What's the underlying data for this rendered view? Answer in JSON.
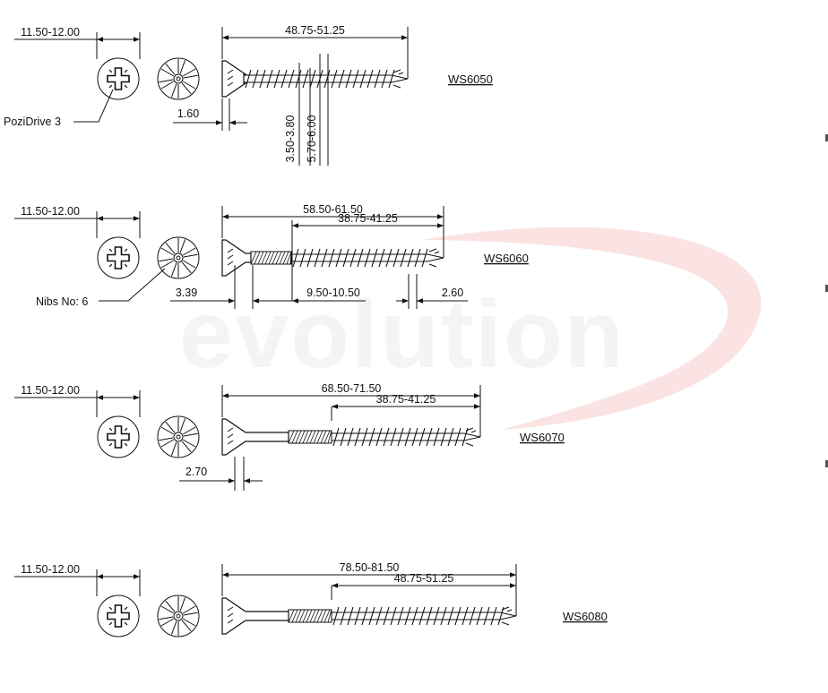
{
  "watermark": "evolution",
  "colors": {
    "ink": "#111111",
    "watermark_swoosh": "#fbe3e3",
    "watermark_text": "#f4f4f4"
  },
  "callouts": {
    "drive": "PoziDrive 3",
    "nibs": "Nibs No: 6"
  },
  "screws": [
    {
      "code": "WS6050",
      "head_diameter": "11.50-12.00",
      "overall_length": "48.75-51.25",
      "head_thickness": "1.60",
      "core_diameter": "3.50-3.80",
      "thread_diameter": "5.70-6.00"
    },
    {
      "code": "WS6060",
      "head_diameter": "11.50-12.00",
      "overall_length": "58.50-61.50",
      "thread_length": "38.75-41.25",
      "head_dim": "3.39",
      "rib_length": "9.50-10.50",
      "pitch": "2.60"
    },
    {
      "code": "WS6070",
      "head_diameter": "11.50-12.00",
      "overall_length": "68.50-71.50",
      "thread_length": "38.75-41.25",
      "shank_dim": "2.70"
    },
    {
      "code": "WS6080",
      "head_diameter": "11.50-12.00",
      "overall_length": "78.50-81.50",
      "thread_length": "48.75-51.25"
    }
  ]
}
